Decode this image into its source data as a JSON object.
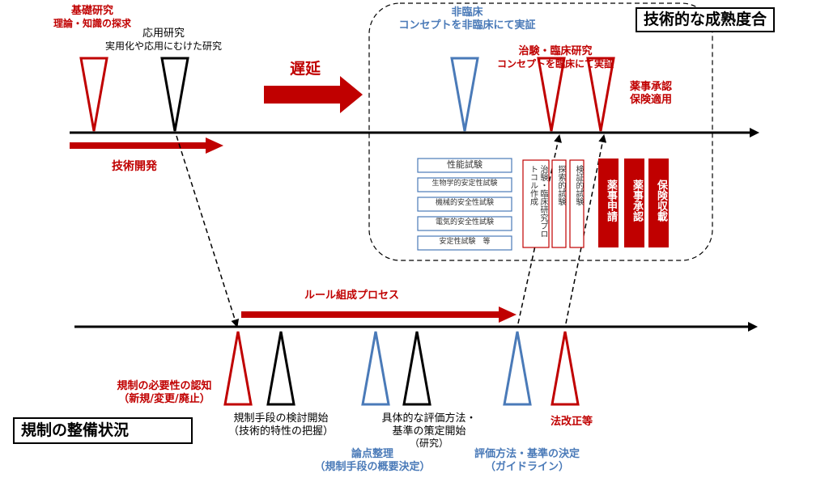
{
  "upper": {
    "basic_research": {
      "title": "基礎研究",
      "sub": "理論・知識の探求"
    },
    "applied_research": {
      "title": "応用研究",
      "sub": "実用化や応用にむけた研究"
    },
    "delay": "遅延",
    "tech_dev": "技術開発",
    "nonclinical": {
      "title": "非臨床",
      "sub": "コンセプトを非臨床にて実証"
    },
    "clinical": {
      "title": "治験・臨床研究",
      "sub": "コンセプトを臨床にて実証"
    },
    "approval": {
      "line1": "薬事承認",
      "line2": "保険適用"
    },
    "maturity_title": "技術的な成熟度合"
  },
  "tests": {
    "header": "性能試験",
    "items": [
      "生物学的安定性試験",
      "機械的安全性試験",
      "電気的安全性試験",
      "安定性試験　等"
    ],
    "vertical": [
      "治験・臨床研究プロトコル作成",
      "探索的試験",
      "検証的試験"
    ],
    "red_boxes": [
      "薬事申請",
      "薬事承認",
      "保険収載"
    ]
  },
  "lower": {
    "rule_process": "ルール組成プロセス",
    "recognition": {
      "line1": "規制の必要性の認知",
      "line2": "（新規/変更/廃止）"
    },
    "means_study": {
      "line1": "規制手段の検討開始",
      "line2": "（技術的特性の把握）"
    },
    "issues": {
      "line1": "論点整理",
      "line2": "（規制手段の概要決定）"
    },
    "specific_eval": {
      "line1": "具体的な評価方法・",
      "line2": "基準の策定開始",
      "line3": "（研究）"
    },
    "eval_decision": {
      "line1": "評価方法・基準の決定",
      "line2": "（ガイドライン）"
    },
    "law_revision": "法改正等",
    "status_title": "規制の整備状況"
  },
  "colors": {
    "red": "#c00000",
    "blue": "#4a7ab8",
    "black": "#000000"
  }
}
